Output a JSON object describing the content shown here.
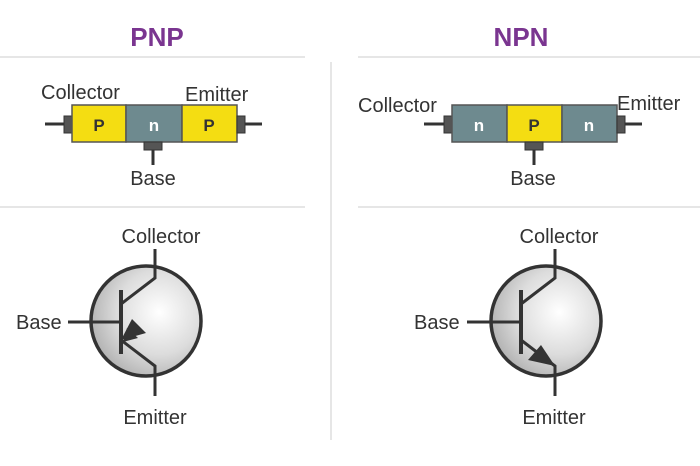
{
  "colors": {
    "title": "#7a3590",
    "p_region": "#f4dd12",
    "n_region": "#6e8a8f",
    "label": "#333333",
    "rule": "#cccccc"
  },
  "pnp": {
    "title": "PNP",
    "collector_label": "Collector",
    "emitter_label": "Emitter",
    "base_label": "Base",
    "layers": [
      "P",
      "n",
      "P"
    ],
    "symbol": {
      "collector_label": "Collector",
      "base_label": "Base",
      "emitter_label": "Emitter",
      "arrow_direction": "inward"
    }
  },
  "npn": {
    "title": "NPN",
    "collector_label": "Collector",
    "emitter_label": "Emitter",
    "base_label": "Base",
    "layers": [
      "n",
      "P",
      "n"
    ],
    "symbol": {
      "collector_label": "Collector",
      "base_label": "Base",
      "emitter_label": "Emitter",
      "arrow_direction": "outward"
    }
  }
}
